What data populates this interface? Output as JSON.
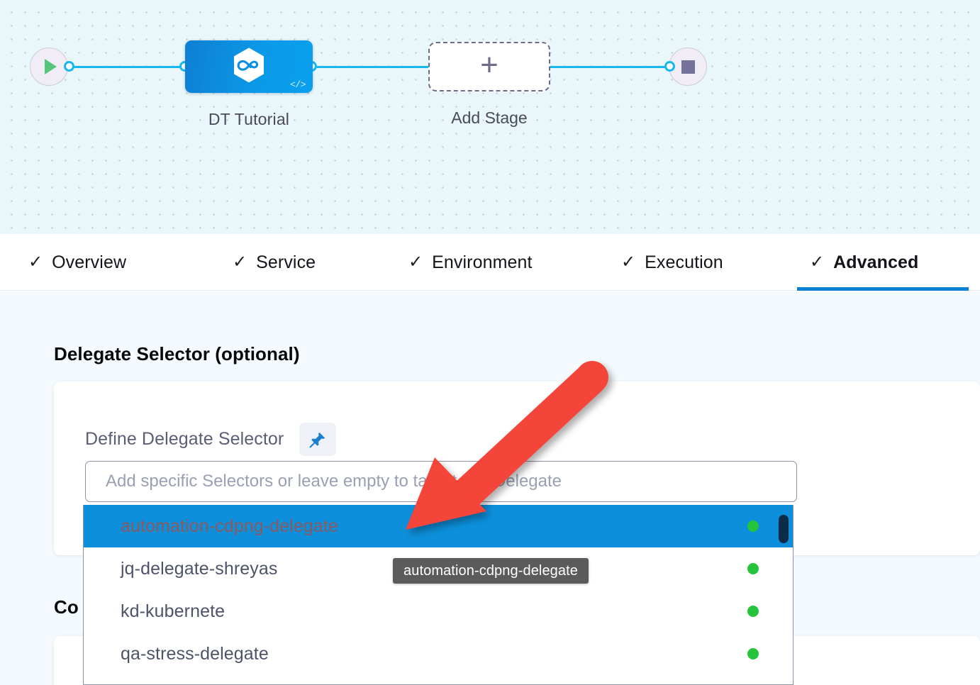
{
  "pipeline": {
    "start_node_icon": "play-icon",
    "end_node_icon": "stop-icon",
    "stage": {
      "label": "DT Tutorial",
      "icon": "harness-hexagon-infinity-icon",
      "code_badge": "</>"
    },
    "add_stage": {
      "label": "Add Stage",
      "icon": "plus-icon"
    }
  },
  "tabs": [
    {
      "label": "Overview",
      "check": "✓",
      "active": false
    },
    {
      "label": "Service",
      "check": "✓",
      "active": false
    },
    {
      "label": "Environment",
      "check": "✓",
      "active": false
    },
    {
      "label": "Execution",
      "check": "✓",
      "active": false
    },
    {
      "label": "Advanced",
      "check": "✓",
      "active": true
    }
  ],
  "main": {
    "section_title": "Delegate Selector (optional)",
    "section_title_2": "Co",
    "field_label": "Define Delegate Selector",
    "pin_icon": "pushpin-icon",
    "selector_input": {
      "value": "",
      "placeholder": "Add specific Selectors or leave empty to target any Delegate"
    },
    "dropdown": {
      "items": [
        {
          "label": "automation-cdpng-delegate",
          "status": "online",
          "selected": true
        },
        {
          "label": "jq-delegate-shreyas",
          "status": "online",
          "selected": false
        },
        {
          "label": "kd-kubernete",
          "status": "online",
          "selected": false
        },
        {
          "label": "qa-stress-delegate",
          "status": "online",
          "selected": false
        }
      ],
      "scrollbar": "vertical-scrollbar-thumb"
    },
    "tooltip": "automation-cdpng-delegate"
  },
  "colors": {
    "accent_blue": "#0b7fd4",
    "node_blue": "#0b9ae8",
    "edge_blue": "#17b8f0",
    "selected_row": "#0d8fdb",
    "status_green": "#25c43c",
    "annotation_red": "#f4443a",
    "canvas_bg": "#eaf7fa",
    "content_bg": "#f4fafd",
    "tooltip_bg": "#5b5b5b"
  }
}
